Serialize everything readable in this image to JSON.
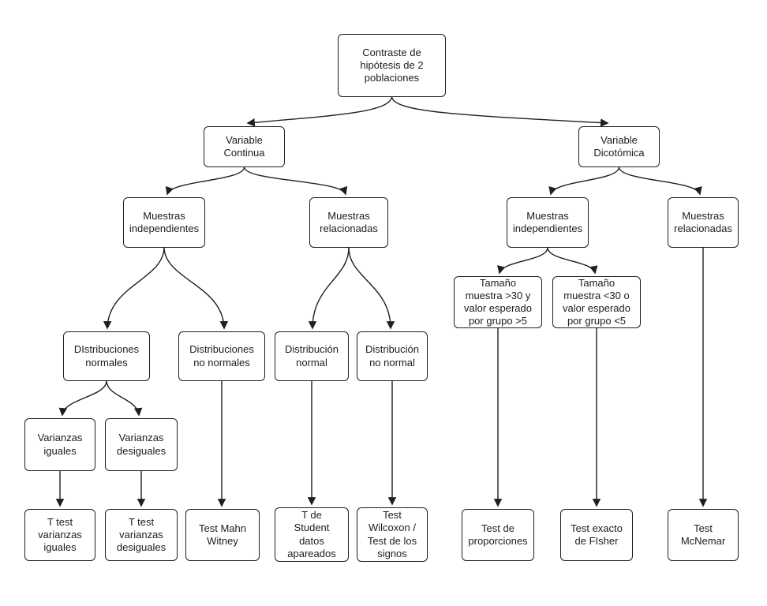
{
  "colors": {
    "background": "#ffffff",
    "box_fill": "#ffffff",
    "box_border": "#1f1f1f",
    "line": "#1f1f1f",
    "text": "#1c1c1c"
  },
  "nodes": {
    "root": {
      "label": "Contraste de\nhipótesis de 2\npoblaciones"
    },
    "variable_continua": {
      "label": "Variable\nContinua"
    },
    "variable_dicotomica": {
      "label": "Variable\nDicotómica"
    },
    "muestras_independientes_continua": {
      "label": "Muestras\nindependientes"
    },
    "muestras_relacionadas_continua": {
      "label": "Muestras\nrelacionadas"
    },
    "muestras_independientes_dicotomica": {
      "label": "Muestras\nindependientes"
    },
    "muestras_relacionadas_dicotomica": {
      "label": "Muestras\nrelacionadas"
    },
    "tamano_muestra_grande": {
      "label": "Tamaño\nmuestra >30 y\nvalor esperado\npor grupo >5"
    },
    "tamano_muestra_pequena": {
      "label": "Tamaño\nmuestra <30 o\nvalor esperado\npor grupo <5"
    },
    "distribuciones_normales": {
      "label": "DIstribuciones\nnormales"
    },
    "distribuciones_no_normales": {
      "label": "Distribuciones\nno normales"
    },
    "distribucion_normal": {
      "label": "Distribución\nnormal"
    },
    "distribucion_no_normal": {
      "label": "Distribución\nno normal"
    },
    "varianzas_iguales": {
      "label": "Varianzas\niguales"
    },
    "varianzas_desiguales": {
      "label": "Varianzas\ndesiguales"
    },
    "t_test_varianzas_iguales": {
      "label": "T test\nvarianzas\niguales"
    },
    "t_test_varianzas_desiguales": {
      "label": "T test\nvarianzas\ndesiguales"
    },
    "test_mahn_witney": {
      "label": "Test Mahn\nWitney"
    },
    "t_de_student_datos_apareados": {
      "label": "T de\nStudent\ndatos\napareados"
    },
    "test_wilcoxon_signos": {
      "label": "Test\nWilcoxon /\nTest de los\nsignos"
    },
    "test_de_proporciones": {
      "label": "Test de\nproporciones"
    },
    "test_exacto_de_fisher": {
      "label": "Test exacto\nde FIsher"
    },
    "test_mcnemar": {
      "label": "Test\nMcNemar"
    }
  },
  "edges": [
    {
      "from": "root",
      "to": "variable_continua"
    },
    {
      "from": "root",
      "to": "variable_dicotomica"
    },
    {
      "from": "variable_continua",
      "to": "muestras_independientes_continua"
    },
    {
      "from": "variable_continua",
      "to": "muestras_relacionadas_continua"
    },
    {
      "from": "variable_dicotomica",
      "to": "muestras_independientes_dicotomica"
    },
    {
      "from": "variable_dicotomica",
      "to": "muestras_relacionadas_dicotomica"
    },
    {
      "from": "muestras_independientes_continua",
      "to": "distribuciones_normales"
    },
    {
      "from": "muestras_independientes_continua",
      "to": "distribuciones_no_normales"
    },
    {
      "from": "muestras_relacionadas_continua",
      "to": "distribucion_normal"
    },
    {
      "from": "muestras_relacionadas_continua",
      "to": "distribucion_no_normal"
    },
    {
      "from": "muestras_independientes_dicotomica",
      "to": "tamano_muestra_grande"
    },
    {
      "from": "muestras_independientes_dicotomica",
      "to": "tamano_muestra_pequena"
    },
    {
      "from": "distribuciones_normales",
      "to": "varianzas_iguales"
    },
    {
      "from": "distribuciones_normales",
      "to": "varianzas_desiguales"
    },
    {
      "from": "varianzas_iguales",
      "to": "t_test_varianzas_iguales"
    },
    {
      "from": "varianzas_desiguales",
      "to": "t_test_varianzas_desiguales"
    },
    {
      "from": "distribuciones_no_normales",
      "to": "test_mahn_witney"
    },
    {
      "from": "distribucion_normal",
      "to": "t_de_student_datos_apareados"
    },
    {
      "from": "distribucion_no_normal",
      "to": "test_wilcoxon_signos"
    },
    {
      "from": "tamano_muestra_grande",
      "to": "test_de_proporciones"
    },
    {
      "from": "tamano_muestra_pequena",
      "to": "test_exacto_de_fisher"
    },
    {
      "from": "muestras_relacionadas_dicotomica",
      "to": "test_mcnemar"
    }
  ]
}
